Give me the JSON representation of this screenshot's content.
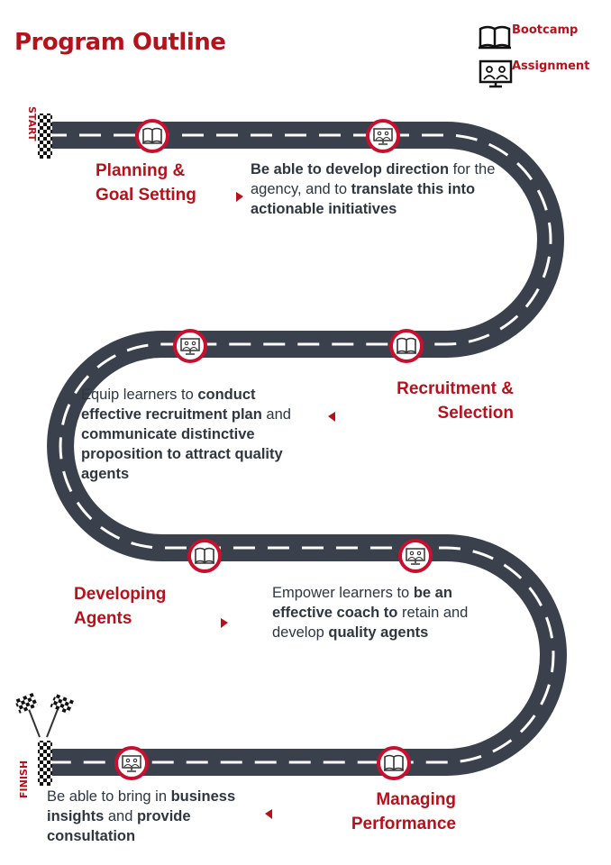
{
  "title": "Program Outline",
  "legend": {
    "bootcamp": "Bootcamp",
    "assignment": "Assignment"
  },
  "labels": {
    "start": "START",
    "finish": "FINISH"
  },
  "stages": [
    {
      "title_1": "Planning &",
      "title_2": "Goal Setting",
      "desc": [
        {
          "t": "Be able to develop direction",
          "b": true
        },
        {
          "t": " for the agency, and to ",
          "b": false
        },
        {
          "t": "translate this into actionable initiatives",
          "b": true
        }
      ]
    },
    {
      "title_1": "Recruitment &",
      "title_2": "Selection",
      "desc": [
        {
          "t": "Equip learners to ",
          "b": false
        },
        {
          "t": "conduct effective recruitment plan",
          "b": true
        },
        {
          "t": " and ",
          "b": false
        },
        {
          "t": "communicate distinctive proposition to attract quality agents",
          "b": true
        }
      ]
    },
    {
      "title_1": "Developing",
      "title_2": "Agents",
      "desc": [
        {
          "t": "Empower learners to ",
          "b": false
        },
        {
          "t": "be an effective coach to",
          "b": true
        },
        {
          "t": " retain and develop ",
          "b": false
        },
        {
          "t": "quality agents",
          "b": true
        }
      ]
    },
    {
      "title_1": "Managing",
      "title_2": "Performance",
      "desc": [
        {
          "t": "Be able to bring in ",
          "b": false
        },
        {
          "t": "business insights",
          "b": true
        },
        {
          "t": " and ",
          "b": false
        },
        {
          "t": "provide consultation",
          "b": true
        }
      ]
    }
  ],
  "colors": {
    "accent": "#b5121b",
    "road": "#3a414c",
    "text": "#2f3640"
  }
}
